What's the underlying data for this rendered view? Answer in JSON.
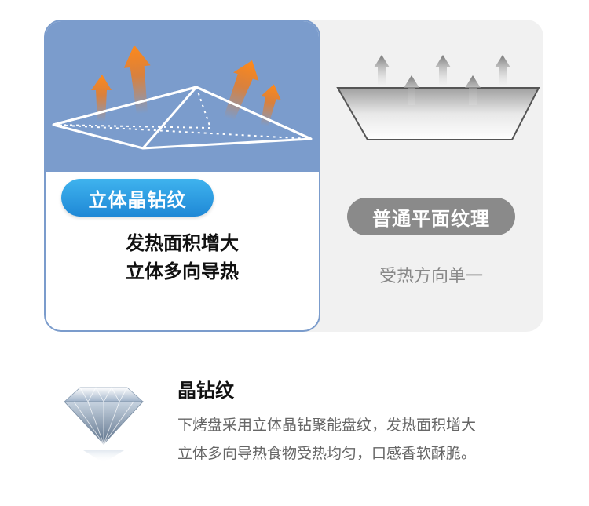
{
  "comparison": {
    "left": {
      "badge": "立体晶钻纹",
      "lines": [
        "发热面积增大",
        "立体多向导热"
      ]
    },
    "right": {
      "badge": "普通平面纹理",
      "line": "受热方向单一"
    }
  },
  "feature": {
    "title": "晶钻纹",
    "description_lines": [
      "下烤盘采用立体晶钻聚能盘纹，发热面积增大",
      "立体多向导热食物受热均匀，口感香软酥脆。"
    ]
  },
  "colors": {
    "card_blue": "#7b9ccc",
    "badge_blue": "#2a9be2",
    "badge_gray": "#8a8a8a",
    "heat_arrow": "#f07a1a"
  }
}
